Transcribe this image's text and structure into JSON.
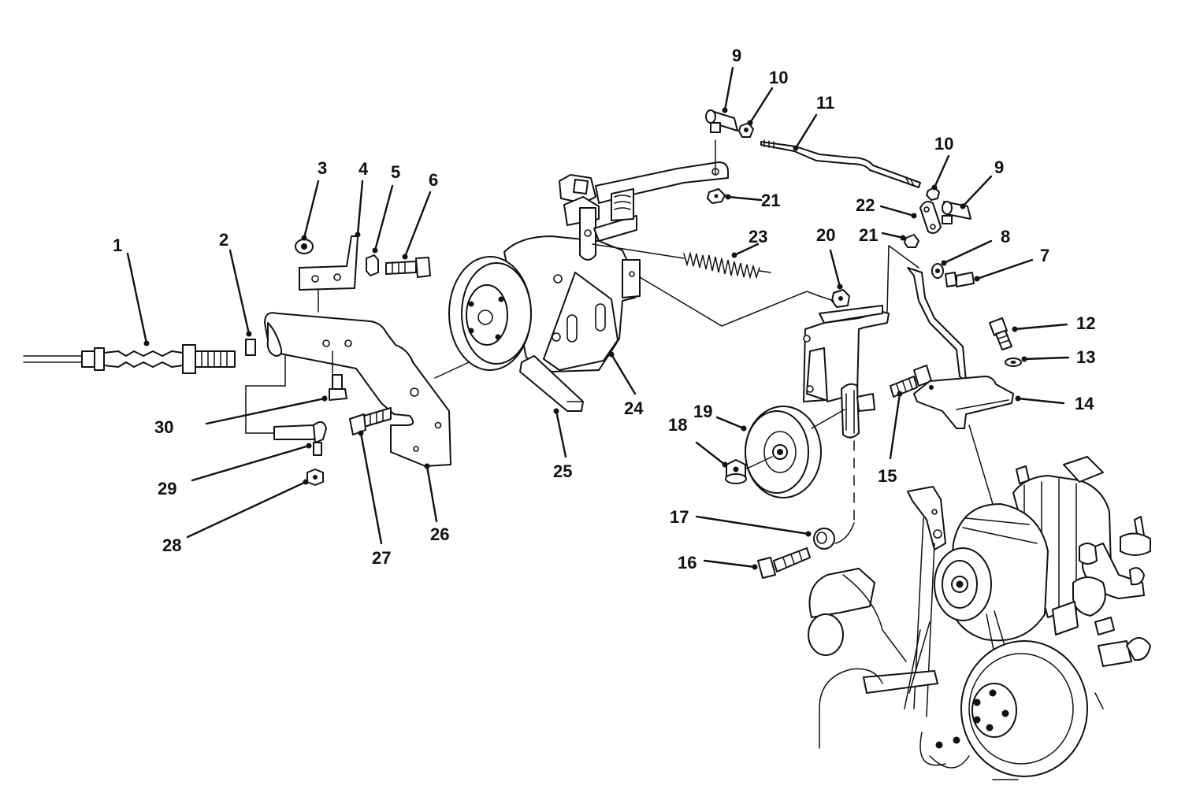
{
  "diagram": {
    "callouts": [
      {
        "id": "1",
        "label": "1"
      },
      {
        "id": "2",
        "label": "2"
      },
      {
        "id": "3",
        "label": "3"
      },
      {
        "id": "4",
        "label": "4"
      },
      {
        "id": "5",
        "label": "5"
      },
      {
        "id": "6",
        "label": "6"
      },
      {
        "id": "7",
        "label": "7"
      },
      {
        "id": "8",
        "label": "8"
      },
      {
        "id": "9a",
        "label": "9"
      },
      {
        "id": "9b",
        "label": "9"
      },
      {
        "id": "10a",
        "label": "10"
      },
      {
        "id": "10b",
        "label": "10"
      },
      {
        "id": "11",
        "label": "11"
      },
      {
        "id": "12",
        "label": "12"
      },
      {
        "id": "13",
        "label": "13"
      },
      {
        "id": "14",
        "label": "14"
      },
      {
        "id": "15",
        "label": "15"
      },
      {
        "id": "16",
        "label": "16"
      },
      {
        "id": "17",
        "label": "17"
      },
      {
        "id": "18",
        "label": "18"
      },
      {
        "id": "19",
        "label": "19"
      },
      {
        "id": "20",
        "label": "20"
      },
      {
        "id": "21a",
        "label": "21"
      },
      {
        "id": "21b",
        "label": "21"
      },
      {
        "id": "22",
        "label": "22"
      },
      {
        "id": "23",
        "label": "23"
      },
      {
        "id": "24",
        "label": "24"
      },
      {
        "id": "25",
        "label": "25"
      },
      {
        "id": "26",
        "label": "26"
      },
      {
        "id": "27",
        "label": "27"
      },
      {
        "id": "28",
        "label": "28"
      },
      {
        "id": "29",
        "label": "29"
      },
      {
        "id": "30",
        "label": "30"
      }
    ]
  }
}
